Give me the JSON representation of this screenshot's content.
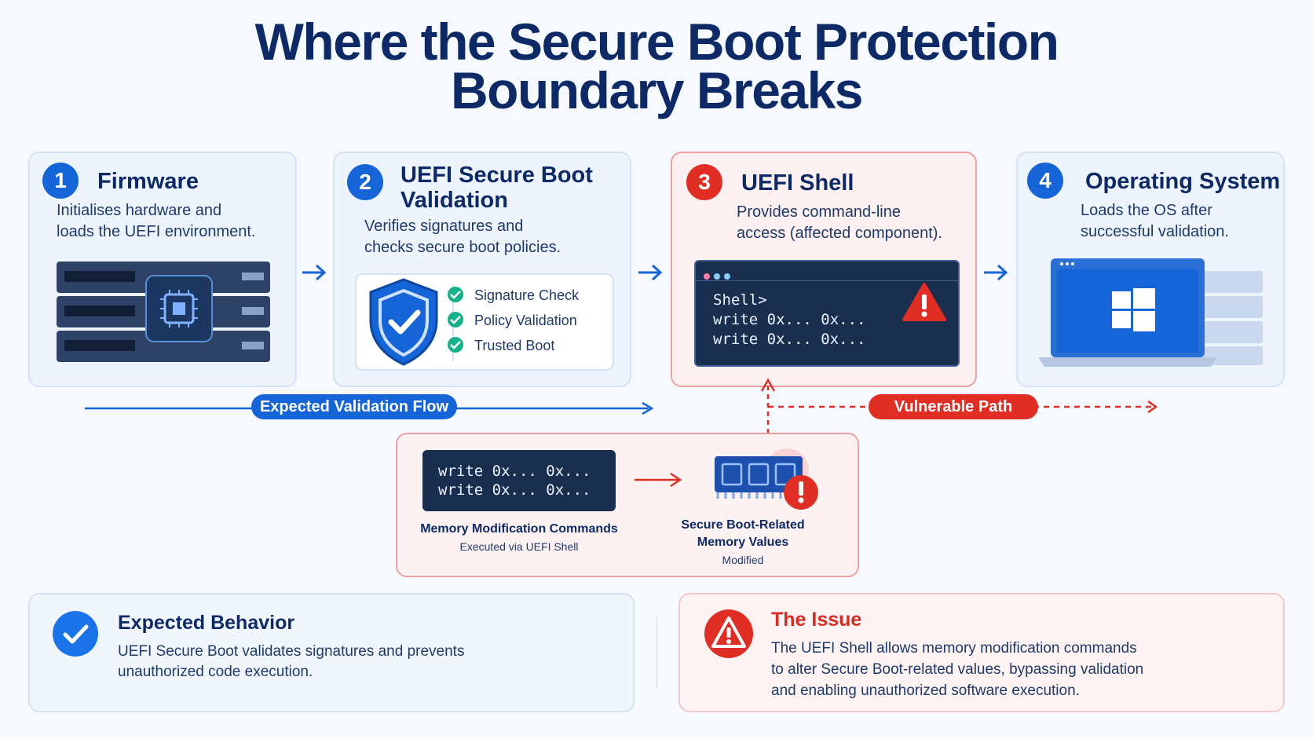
{
  "title": {
    "line1": "Where the Secure Boot Protection",
    "line2": "Boundary Breaks"
  },
  "steps": [
    {
      "number": "1",
      "title": "Firmware",
      "desc1": "Initialises hardware and",
      "desc2": "loads the UEFI environment."
    },
    {
      "number": "2",
      "title1": "UEFI Secure Boot",
      "title2": "Validation",
      "desc1": "Verifies signatures and",
      "desc2": "checks secure boot policies.",
      "checks": [
        "Signature Check",
        "Policy Validation",
        "Trusted Boot"
      ]
    },
    {
      "number": "3",
      "title": "UEFI Shell",
      "desc1": "Provides command-line",
      "desc2": "access (affected component).",
      "terminal": [
        "Shell>",
        "write 0x... 0x...",
        "write 0x... 0x..."
      ]
    },
    {
      "number": "4",
      "title": "Operating System",
      "desc1": "Loads the OS after",
      "desc2": "successful validation."
    }
  ],
  "flows": {
    "expected": "Expected Validation Flow",
    "vulnerable": "Vulnerable Path"
  },
  "memory": {
    "terminal": [
      "write 0x... 0x...",
      "write 0x... 0x..."
    ],
    "commands_label": "Memory Modification Commands",
    "commands_sub": "Executed via UEFI Shell",
    "values_label1": "Secure Boot-Related",
    "values_label2": "Memory Values",
    "values_sub": "Modified"
  },
  "expected_behavior": {
    "title": "Expected Behavior",
    "line1": "UEFI Secure Boot validates signatures and prevents",
    "line2": "unauthorized code execution."
  },
  "issue": {
    "title": "The Issue",
    "line1": "The UEFI Shell allows memory modification commands",
    "line2": "to alter Secure Boot-related values, bypassing validation",
    "line3": "and enabling unauthorized software execution."
  },
  "colors": {
    "blue": "#1565d8",
    "red": "#e02e24",
    "navy": "#0d2a66"
  },
  "icons": [
    "server-icon",
    "chip-icon",
    "shield-check-icon",
    "check-icon",
    "terminal-icon",
    "warning-icon",
    "laptop-icon",
    "windows-logo-icon",
    "memory-chip-icon"
  ]
}
